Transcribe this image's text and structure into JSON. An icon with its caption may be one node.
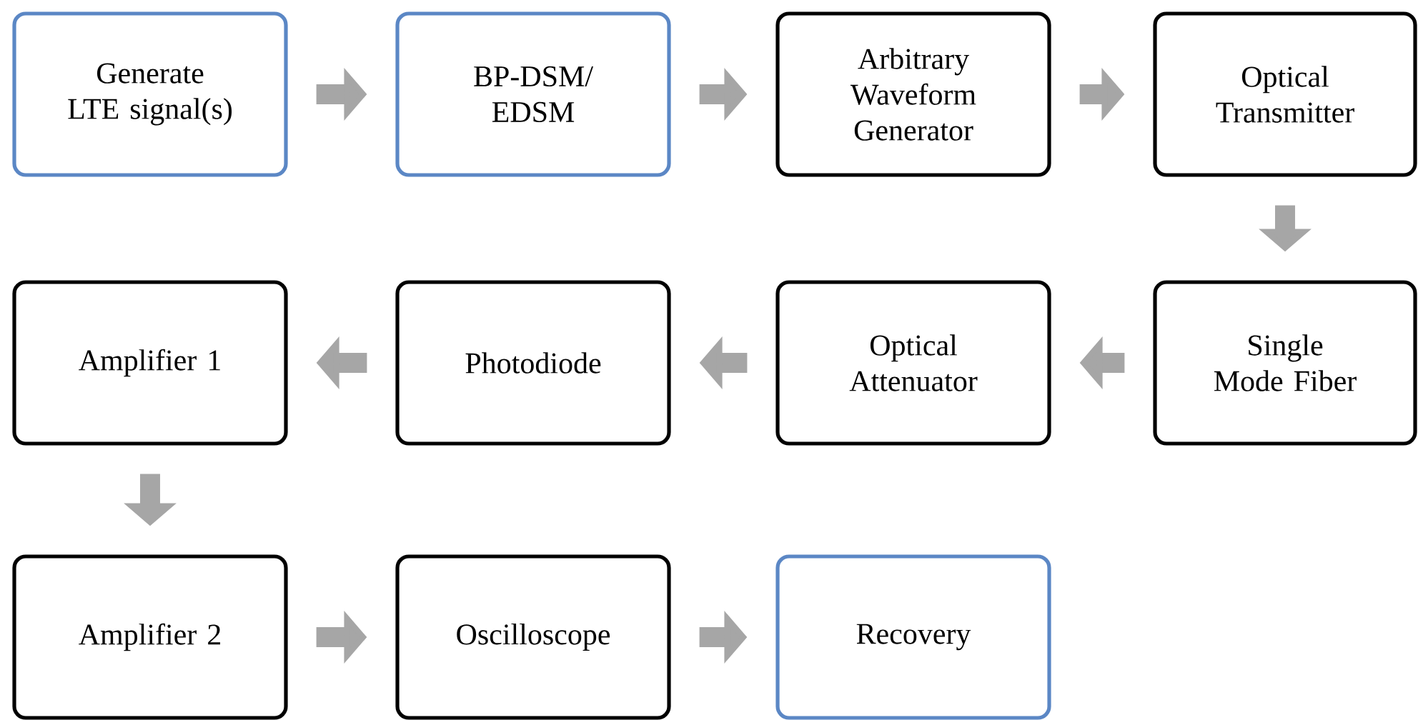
{
  "diagram": {
    "nodes": [
      {
        "text": [
          "Generate LTE signal(s)"
        ]
      },
      {
        "text": [
          "BP-DSM/ EDSM"
        ]
      },
      {
        "text": [
          "Arbitrary Waveform Generator"
        ]
      },
      {
        "text": [
          "Optical Transmitter"
        ]
      },
      {
        "text": [
          "Amplifier 1"
        ]
      },
      {
        "text": [
          "Photodiode"
        ]
      },
      {
        "text": [
          "Optical Attenuator"
        ]
      },
      {
        "text": [
          "Single Mode Fiber"
        ]
      },
      {
        "text": [
          "Amplifier 2"
        ]
      },
      {
        "text": [
          "Oscilloscope"
        ]
      },
      {
        "text": [
          "Recovery"
        ]
      }
    ],
    "edges": [
      {
        "from": 0,
        "to": 1,
        "arrow": "to"
      },
      {
        "from": 1,
        "to": 2,
        "arrow": "to"
      },
      {
        "from": 2,
        "to": 3,
        "arrow": "to"
      },
      {
        "from": 3,
        "to": 7,
        "arrow": "to"
      },
      {
        "from": 7,
        "to": 6,
        "arrow": "to"
      },
      {
        "from": 6,
        "to": 5,
        "arrow": "to"
      },
      {
        "from": 5,
        "to": 4,
        "arrow": "to"
      },
      {
        "from": 4,
        "to": 8,
        "arrow": "to"
      },
      {
        "from": 8,
        "to": 9,
        "arrow": "to"
      },
      {
        "from": 9,
        "to": 10,
        "arrow": "to"
      }
    ]
  }
}
